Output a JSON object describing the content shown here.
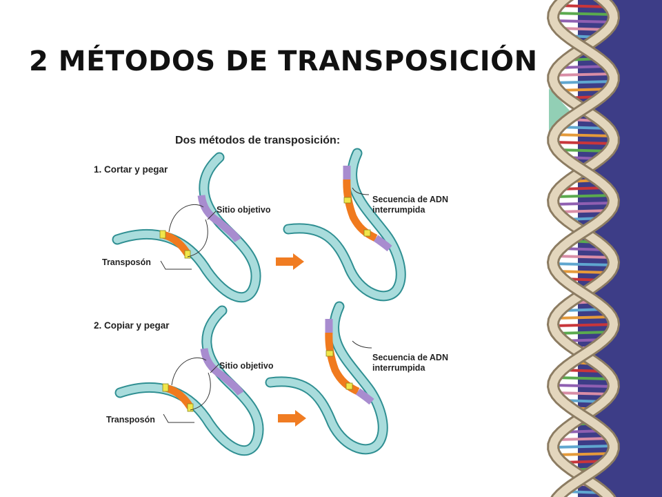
{
  "title": "2 MÉTODOS DE TRANSPOSICIÓN",
  "figure": {
    "heading": "Dos métodos de transposición:",
    "method1": {
      "label": "1. Cortar y pegar",
      "target": "Sitio objetivo",
      "transposon": "Transposón",
      "result_line1": "Secuencia de ADN",
      "result_line2": "interrumpida"
    },
    "method2": {
      "label": "2. Copiar y pegar",
      "target": "Sitio objetivo",
      "transposon": "Transposón",
      "result_line1": "Secuencia de ADN",
      "result_line2": "interrumpida"
    }
  },
  "colors": {
    "dna_strand": "#a9dcdc",
    "dna_outline": "#2f8f92",
    "transposon": "#f07a1e",
    "target_site": "#a88ccf",
    "marker": "#f1e64a",
    "arrow": "#f07c22",
    "panel": "#3d3d87",
    "helix": "#d8c8a8"
  },
  "icons": [
    "right-arrow-icon",
    "dna-helix-decoration"
  ]
}
